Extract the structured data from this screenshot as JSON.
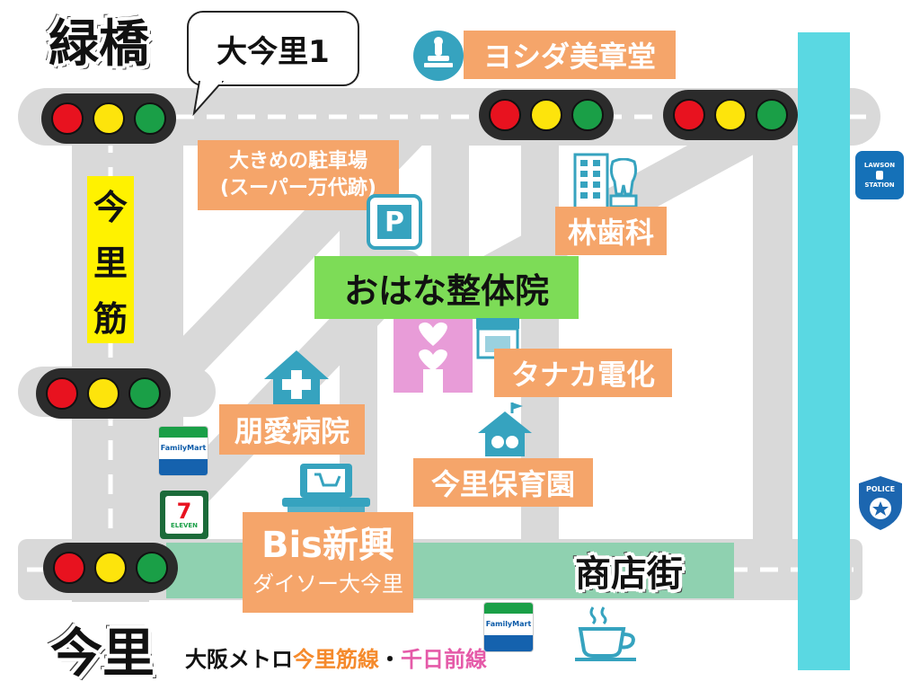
{
  "colors": {
    "road": "#d9d9d9",
    "road_dash": "#ffffff",
    "river": "#5ad8e2",
    "shopping_street": "#8fd1b0",
    "label_orange": "#f5a56a",
    "label_green": "#7ddc57",
    "label_yellow": "#fff200",
    "pink_building": "#e89cd8",
    "teal_icon": "#36a3bf",
    "lamp_red": "#e8121f",
    "lamp_yellow": "#fde40c",
    "lamp_green": "#1a9f47"
  },
  "intersections": {
    "top_left": "緑橋",
    "bottom_left": "今里"
  },
  "callout": "大今里1",
  "streets": {
    "imazato_suji": [
      "今",
      "里",
      "筋"
    ],
    "shotengai": "商店街"
  },
  "metro": {
    "prefix": "大阪メトロ",
    "line1": "今里筋線",
    "separator": "・",
    "line2": "千日前線"
  },
  "places": {
    "yoshida": "ヨシダ美章堂",
    "parking_line1": "大きめの駐車場",
    "parking_line2": "(スーパー万代跡)",
    "parking_icon_letter": "P",
    "hayashi_dental": "林歯科",
    "ohana": "おはな整体院",
    "tanaka": "タナカ電化",
    "houai_hospital": "朋愛病院",
    "nursery": "今里保育園",
    "bis_shinko": "Bis新興",
    "daiso": "ダイソー大今里"
  },
  "stores": {
    "familymart": "FamilyMart",
    "seven_number": "7",
    "seven_name": "ELEVEN",
    "lawson_line1": "LAWSON",
    "lawson_line2": "STATION",
    "police": "POLICE"
  },
  "icons": [
    "stamp-icon",
    "parking-icon",
    "building-icon",
    "tooth-icon",
    "heart-icon",
    "shop-icon",
    "hospital-icon",
    "nursery-icon",
    "supermarket-icon",
    "coffee-icon",
    "traffic-light-icon"
  ]
}
